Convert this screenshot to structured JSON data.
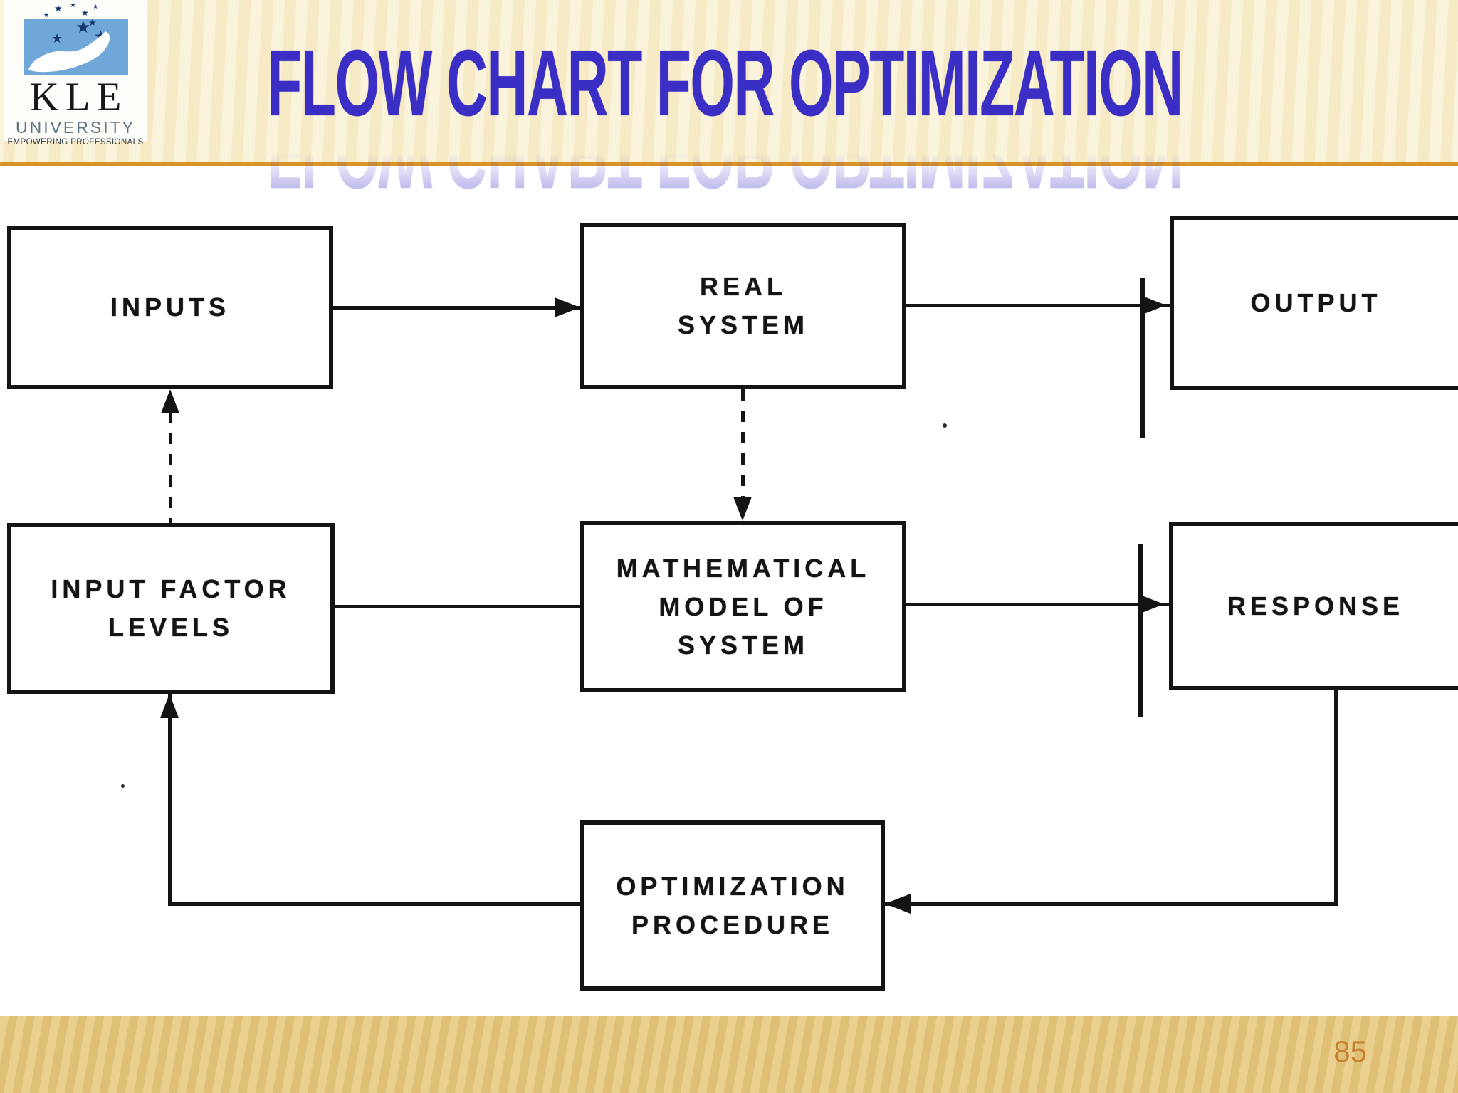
{
  "slide": {
    "title": "FLOW CHART FOR OPTIMIZATION",
    "page_number": "85"
  },
  "logo": {
    "acronym": "KLE",
    "institution": "UNIVERSITY",
    "tagline": "EMPOWERING PROFESSIONALS"
  },
  "colors": {
    "title_blue": "#3a2ec4",
    "header_cream": "#f9efcf",
    "accent_orange": "#d99427",
    "footer_tan": "#e7c97e",
    "page_number_orange": "#c8812f",
    "ink": "#141414",
    "logo_blue": "#6fa8d8"
  },
  "flowchart": {
    "nodes": {
      "inputs": {
        "label": "INPUTS"
      },
      "real_system": {
        "label": "REAL\nSYSTEM"
      },
      "output": {
        "label": "OUTPUT"
      },
      "input_factor_levels": {
        "label": "INPUT FACTOR\nLEVELS"
      },
      "math_model": {
        "label": "MATHEMATICAL\nMODEL OF\nSYSTEM"
      },
      "response": {
        "label": "RESPONSE"
      },
      "optimization_procedure": {
        "label": "OPTIMIZATION\nPROCEDURE"
      }
    },
    "edges": [
      {
        "from": "inputs",
        "to": "real_system",
        "style": "solid-arrow"
      },
      {
        "from": "real_system",
        "to": "output",
        "style": "solid-arrow-with-bar"
      },
      {
        "from": "input_factor_levels",
        "to": "math_model",
        "style": "solid-line"
      },
      {
        "from": "math_model",
        "to": "response",
        "style": "solid-arrow-with-bar"
      },
      {
        "from": "response",
        "to": "optimization_procedure",
        "style": "solid-arrow"
      },
      {
        "from": "optimization_procedure",
        "to": "input_factor_levels",
        "style": "solid-arrow"
      },
      {
        "from": "input_factor_levels",
        "to": "inputs",
        "style": "dashed-arrow"
      },
      {
        "from": "real_system",
        "to": "math_model",
        "style": "dashed-arrow"
      }
    ]
  }
}
